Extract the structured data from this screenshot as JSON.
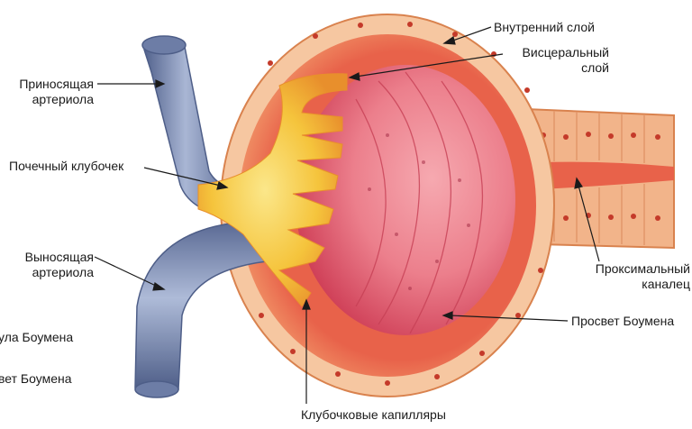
{
  "labels": {
    "afferent_line1": "Приносящая",
    "afferent_line2": "артериола",
    "glomerulus": "Почечный клубочек",
    "efferent_line1": "Выносящая",
    "efferent_line2": "артериола",
    "capsule_partial": "ула Боумена",
    "space_partial": "вет Боумена",
    "inner_layer": "Внутренний слой",
    "visceral_line1": "Висцеральный",
    "visceral_line2": "слой",
    "proximal_line1": "Проксимальный",
    "proximal_line2": "каналец",
    "bowman_space": "Просвет Боумена",
    "capillaries": "Клубочковые капилляры"
  },
  "colors": {
    "capsule_outer": "#f2b48a",
    "capsule_cell": "#f6c7a1",
    "capsule_edge": "#d9824e",
    "lumen": "#e8624a",
    "glomerulus_pink": "#ec7f8c",
    "glomerulus_dark": "#d6465e",
    "mesangium": "#f3c23a",
    "arteriole": "#7f8fb4",
    "arteriole_dark": "#52628d",
    "nucleus": "#c43a2a"
  }
}
